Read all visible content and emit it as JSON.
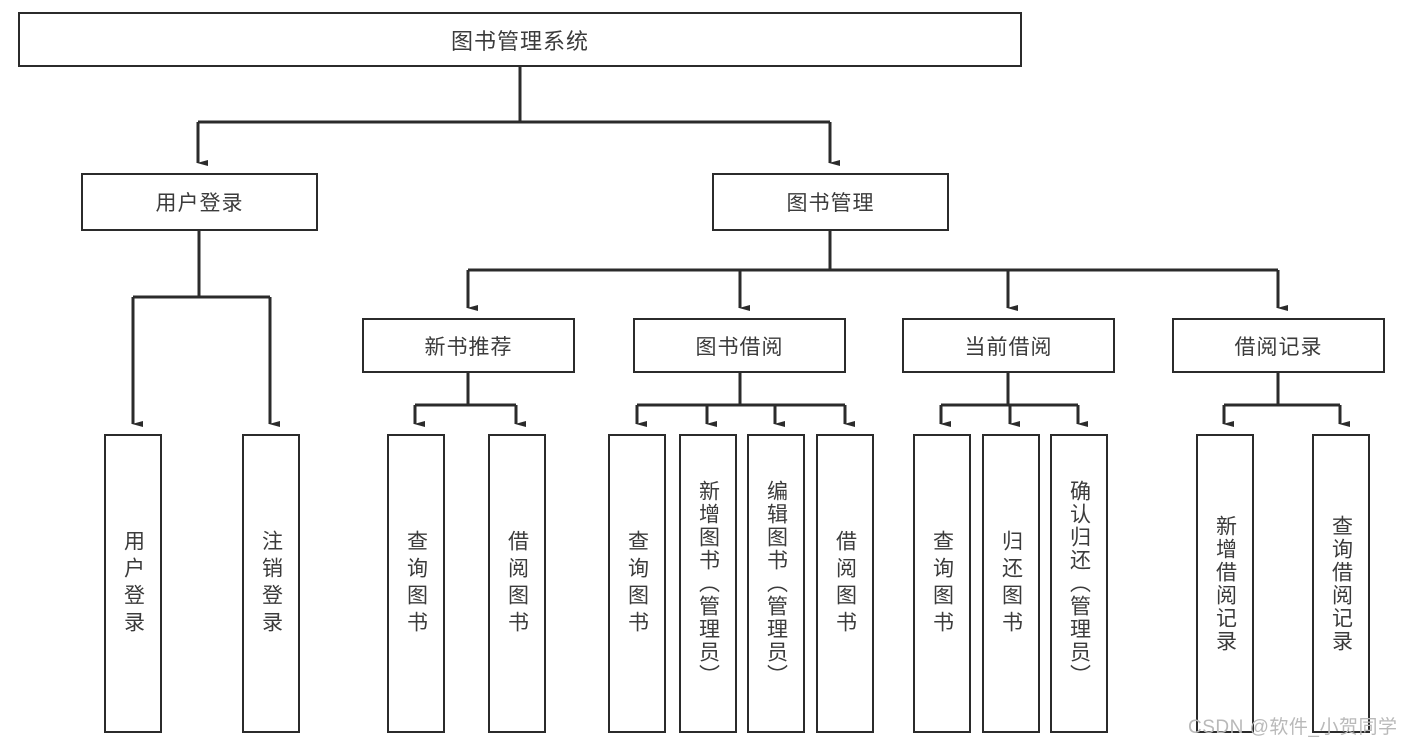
{
  "diagram": {
    "type": "hierarchy-tree",
    "title": "图书管理系统",
    "watermark": "CSDN @软件_小贺同学",
    "colors": {
      "box_border": "#2b2b2b",
      "box_fill": "#ffffff",
      "text": "#3b3b3b",
      "connector": "#2b2b2b",
      "watermark": "#b9b9b9",
      "background": "#ffffff"
    },
    "root": {
      "label": "图书管理系统"
    },
    "level2": [
      {
        "label": "用户登录"
      },
      {
        "label": "图书管理"
      }
    ],
    "level3": [
      {
        "label": "新书推荐"
      },
      {
        "label": "图书借阅"
      },
      {
        "label": "当前借阅"
      },
      {
        "label": "借阅记录"
      }
    ],
    "leaves": {
      "user_login": [
        {
          "label": "用户登录"
        },
        {
          "label": "注销登录"
        }
      ],
      "new_book_recommend": [
        {
          "label": "查询图书"
        },
        {
          "label": "借阅图书"
        }
      ],
      "book_borrow": [
        {
          "label": "查询图书"
        },
        {
          "label": "新增图书（管理员）"
        },
        {
          "label": "编辑图书（管理员）"
        },
        {
          "label": "借阅图书"
        }
      ],
      "current_borrow": [
        {
          "label": "查询图书"
        },
        {
          "label": "归还图书"
        },
        {
          "label": "确认归还（管理员）"
        }
      ],
      "borrow_record": [
        {
          "label": "新增借阅记录"
        },
        {
          "label": "查询借阅记录"
        }
      ]
    }
  }
}
